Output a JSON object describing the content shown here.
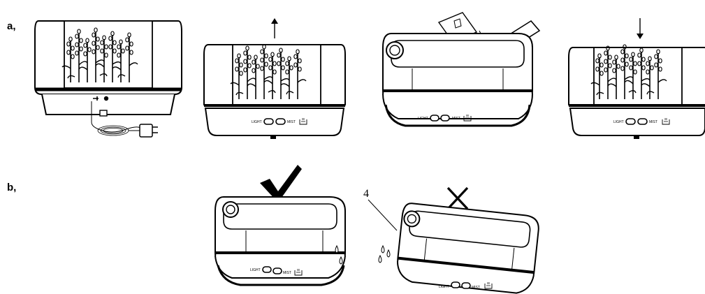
{
  "rows": [
    {
      "label": "a,"
    },
    {
      "label": "b,"
    }
  ],
  "panel_labels": {
    "light": "LIGHT",
    "mist": "MIST"
  },
  "callout": {
    "number": "4"
  },
  "icons": {
    "up": "arrow-up-icon",
    "down": "arrow-down-icon",
    "check": "check-mark-icon",
    "cross": "cross-mark-icon",
    "water": "water-level-icon",
    "oil": "essential-oil-bottle-icon"
  }
}
